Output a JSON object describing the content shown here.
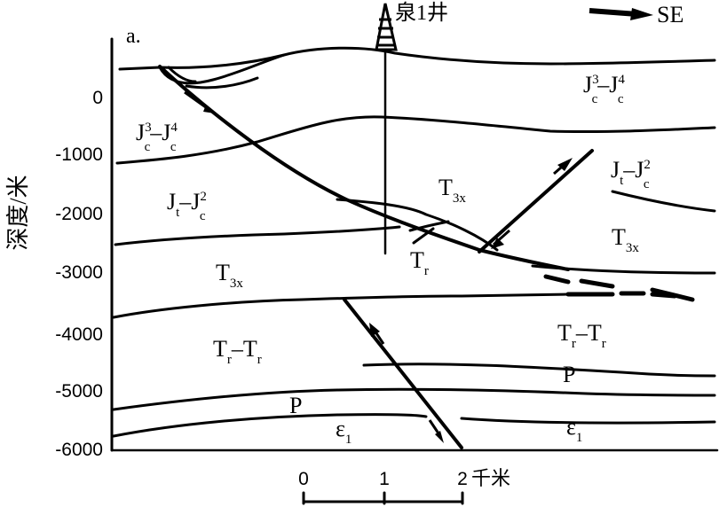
{
  "panel_label": "a.",
  "well": {
    "name": "泉1井"
  },
  "direction": {
    "label": "SE"
  },
  "y_axis": {
    "title": "深度/米",
    "ticks": [
      "0",
      "-1000",
      "-2000",
      "-3000",
      "-4000",
      "-5000",
      "-6000"
    ]
  },
  "scale_bar": {
    "ticks": [
      "0",
      "1",
      "2"
    ],
    "unit": "千米"
  },
  "units": {
    "j3c_j4c_right": {
      "a": "J",
      "a_sup": "3",
      "a_sub": "c",
      "dash": "–",
      "b": "J",
      "b_sup": "4",
      "b_sub": "c"
    },
    "j3c_j4c_left": {
      "a": "J",
      "a_sup": "3",
      "a_sub": "c",
      "dash": "–",
      "b": "J",
      "b_sup": "4",
      "b_sub": "c"
    },
    "jt_j2c_left": {
      "a": "J",
      "a_sub": "t",
      "dash": "–",
      "b": "J",
      "b_sup": "2",
      "b_sub": "c"
    },
    "jt_j2c_right": {
      "a": "J",
      "a_sub": "t",
      "dash": "–",
      "b": "J",
      "b_sup": "2",
      "b_sub": "c"
    },
    "t3x_center": {
      "a": "T",
      "a_sub": "3x"
    },
    "t3x_right": {
      "a": "T",
      "a_sub": "3x"
    },
    "t3x_left": {
      "a": "T",
      "a_sub": "3x"
    },
    "tr_center": {
      "a": "T",
      "a_sub": "r"
    },
    "tr_tr_left": {
      "a": "T",
      "a_sub": "r",
      "dash": "–",
      "b": "T",
      "b_sub": "r"
    },
    "tr_tr_right": {
      "a": "T",
      "a_sub": "r",
      "dash": "–",
      "b": "T",
      "b_sub": "r"
    },
    "p_left": {
      "a": "P"
    },
    "p_right": {
      "a": "P"
    },
    "e1_left": {
      "a": "ε",
      "a_sub": "1"
    },
    "e1_right": {
      "a": "ε",
      "a_sub": "1"
    }
  }
}
